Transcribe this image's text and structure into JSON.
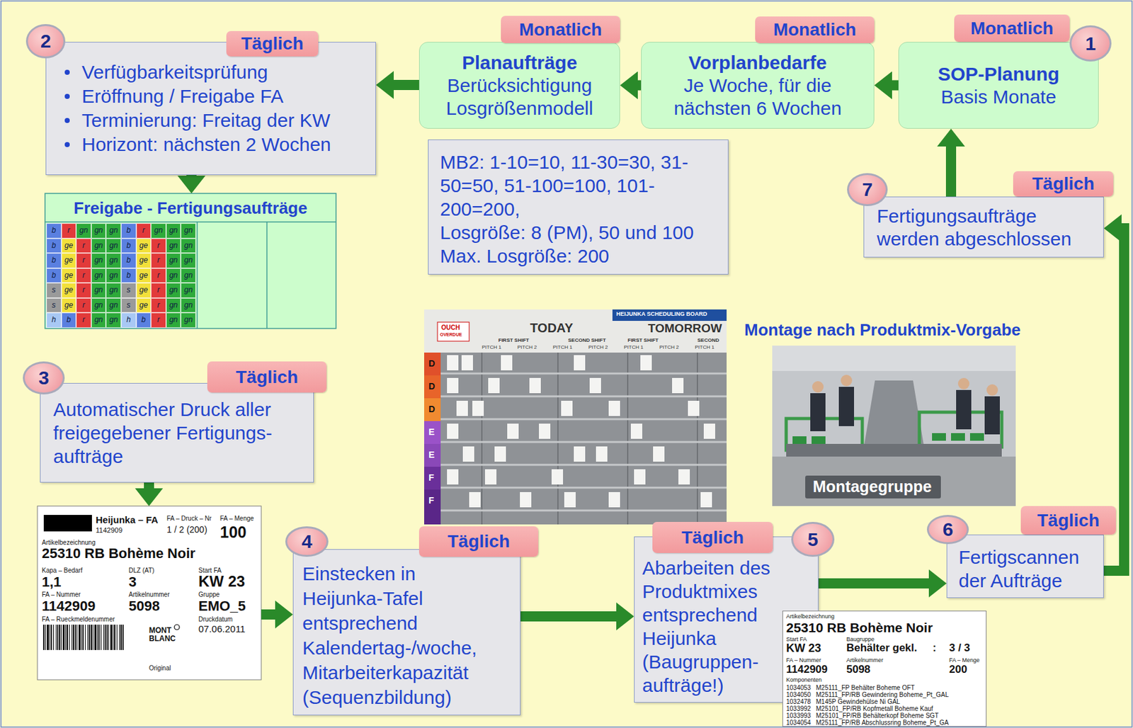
{
  "diagram": {
    "nodes": [
      {
        "text": [
          "2"
        ]
      },
      {
        "text": [
          "Täglich"
        ]
      },
      {
        "text": [
          "Verfügbarkeitsprüfung",
          "Eröffnung / Freigabe FA",
          "Terminierung: Freitag der KW",
          "Horizont: nächsten 2 Wochen"
        ]
      },
      {
        "text": [
          "Monatlich"
        ]
      },
      {
        "text": [
          "Planaufträge",
          "Berücksichtigung Losgrößenmodell"
        ]
      },
      {
        "text": [
          "Monatlich"
        ]
      },
      {
        "text": [
          "Vorplanbedarfe",
          "Je Woche, für die nächsten 6 Wochen"
        ]
      },
      {
        "text": [
          "Monatlich"
        ]
      },
      {
        "text": [
          "1"
        ]
      },
      {
        "text": [
          "SOP-Planung",
          "Basis Monate"
        ]
      },
      {
        "text": [
          "MB2: 1-10=10, 11-30=30, 31-50=50, 51-100=100, 101-200=200,",
          "Losgröße: 8 (PM), 50 und 100",
          "Max. Losgröße: 200"
        ]
      },
      {
        "text": [
          "Freigabe - Fertigungsaufträge"
        ]
      },
      {
        "text": [
          "7"
        ]
      },
      {
        "text": [
          "Täglich"
        ]
      },
      {
        "text": [
          "Fertigungsaufträge werden abgeschlossen"
        ]
      },
      {
        "text": [
          "3"
        ]
      },
      {
        "text": [
          "Täglich"
        ]
      },
      {
        "text": [
          "Automatischer Druck aller freigegebener Fertigungs- aufträge"
        ]
      },
      {
        "text": [
          "Heijunka – FA",
          "1142909",
          "FA – Druck – Nr",
          "1 / 2 (200)",
          "FA – Menge",
          "100",
          "Artikelbezeichnung",
          "25310 RB Bohème Noir",
          "Kapa – Bedarf",
          "1,1",
          "DLZ (AT)",
          "3",
          "Start FA",
          "KW 23",
          "FA – Nummer",
          "1142909",
          "Artikelnummer",
          "5098",
          "Gruppe",
          "EMO_5",
          "FA – Rueckmeldenummer",
          "MONT BLANC",
          "Druckdatum",
          "07.06.2011",
          "Original"
        ]
      },
      {
        "text": [
          "4"
        ]
      },
      {
        "text": [
          "Täglich"
        ]
      },
      {
        "text": [
          "Einstecken in Heijunka-Tafel entsprechend Kalendertag-/woche, Mitarbeiterkapazität (Sequenzbildung)"
        ]
      },
      {
        "text": [
          "Täglich"
        ]
      },
      {
        "text": [
          "5"
        ]
      },
      {
        "text": [
          "Abarbeiten des Produktmixes entsprechend Heijunka (Baugruppen- aufträge!)"
        ]
      },
      {
        "text": [
          "6"
        ]
      },
      {
        "text": [
          "Täglich"
        ]
      },
      {
        "text": [
          "Fertigscannen der Aufträge"
        ]
      },
      {
        "text": [
          "Artikelbezeichnung",
          "25310 RB Bohème Noir",
          "Start FA",
          "Baugruppe",
          "KW 23",
          "Behälter gekl.",
          ":",
          "3 / 3",
          "FA – Nummer",
          "Artikelnummer",
          "FA – Menge",
          "1142909",
          "5098",
          "200",
          "Komponenten",
          "1034053",
          "M25111_FP Behälter Boheme OFT",
          "1034050",
          "M25111_FP/RB Gewindering Boheme_Pt_GAL",
          "1032478",
          "M145P Gewindehülse Ni GAL",
          "1033992",
          "M25101_FP/RB Kopfmetall Boheme Kauf",
          "1033993",
          "M25101_FP/RB Behälterkopf Boheme SGT",
          "1034054",
          "M25111_FP/RB Abschlussring Boheme_Pt_GA"
        ]
      }
    ],
    "edges": [
      {
        "from": 9,
        "to": 6,
        "arrow": "to"
      },
      {
        "from": 6,
        "to": 4,
        "arrow": "to"
      },
      {
        "from": 4,
        "to": 2,
        "arrow": "to"
      },
      {
        "from": 2,
        "to": 11,
        "arrow": "to"
      },
      {
        "from": 17,
        "to": 18,
        "arrow": "to"
      },
      {
        "from": 18,
        "to": 21,
        "arrow": "to"
      },
      {
        "from": 21,
        "to": 24,
        "arrow": "to"
      },
      {
        "from": 24,
        "to": 27,
        "arrow": "to"
      },
      {
        "from": 27,
        "to": 14,
        "arrow": "to"
      },
      {
        "from": 14,
        "to": 9,
        "arrow": "to"
      }
    ],
    "labels": [
      "b",
      "r",
      "gn",
      "gn",
      "gn",
      "b",
      "r",
      "gn",
      "gn",
      "gn",
      "b",
      "ge",
      "r",
      "gn",
      "gn",
      "b",
      "ge",
      "r",
      "gn",
      "gn",
      "b",
      "ge",
      "r",
      "gn",
      "gn",
      "b",
      "ge",
      "r",
      "gn",
      "gn",
      "b",
      "ge",
      "r",
      "gn",
      "gn",
      "b",
      "ge",
      "r",
      "gn",
      "gn",
      "s",
      "ge",
      "r",
      "gn",
      "gn",
      "s",
      "ge",
      "r",
      "gn",
      "gn",
      "s",
      "ge",
      "r",
      "gn",
      "gn",
      "s",
      "ge",
      "r",
      "gn",
      "gn",
      "h",
      "b",
      "r",
      "gn",
      "gn",
      "h",
      "b",
      "r",
      "gn",
      "gn",
      "Montage nach Produktmix-Vorgabe",
      "HEIJUNKA SCHEDULING BOARD",
      "TODAY",
      "TOMORROW",
      "OUCH",
      "OVERDUE",
      "FIRST SHIFT",
      "SECOND SHIFT",
      "FIRST SHIFT",
      "SECOND",
      "PITCH 1",
      "PITCH 2",
      "PITCH 1",
      "PITCH 2",
      "PITCH 1",
      "PITCH 2",
      "PITCH 1",
      "D",
      "D",
      "D",
      "E",
      "E",
      "F",
      "F",
      "Montagegruppe"
    ]
  }
}
